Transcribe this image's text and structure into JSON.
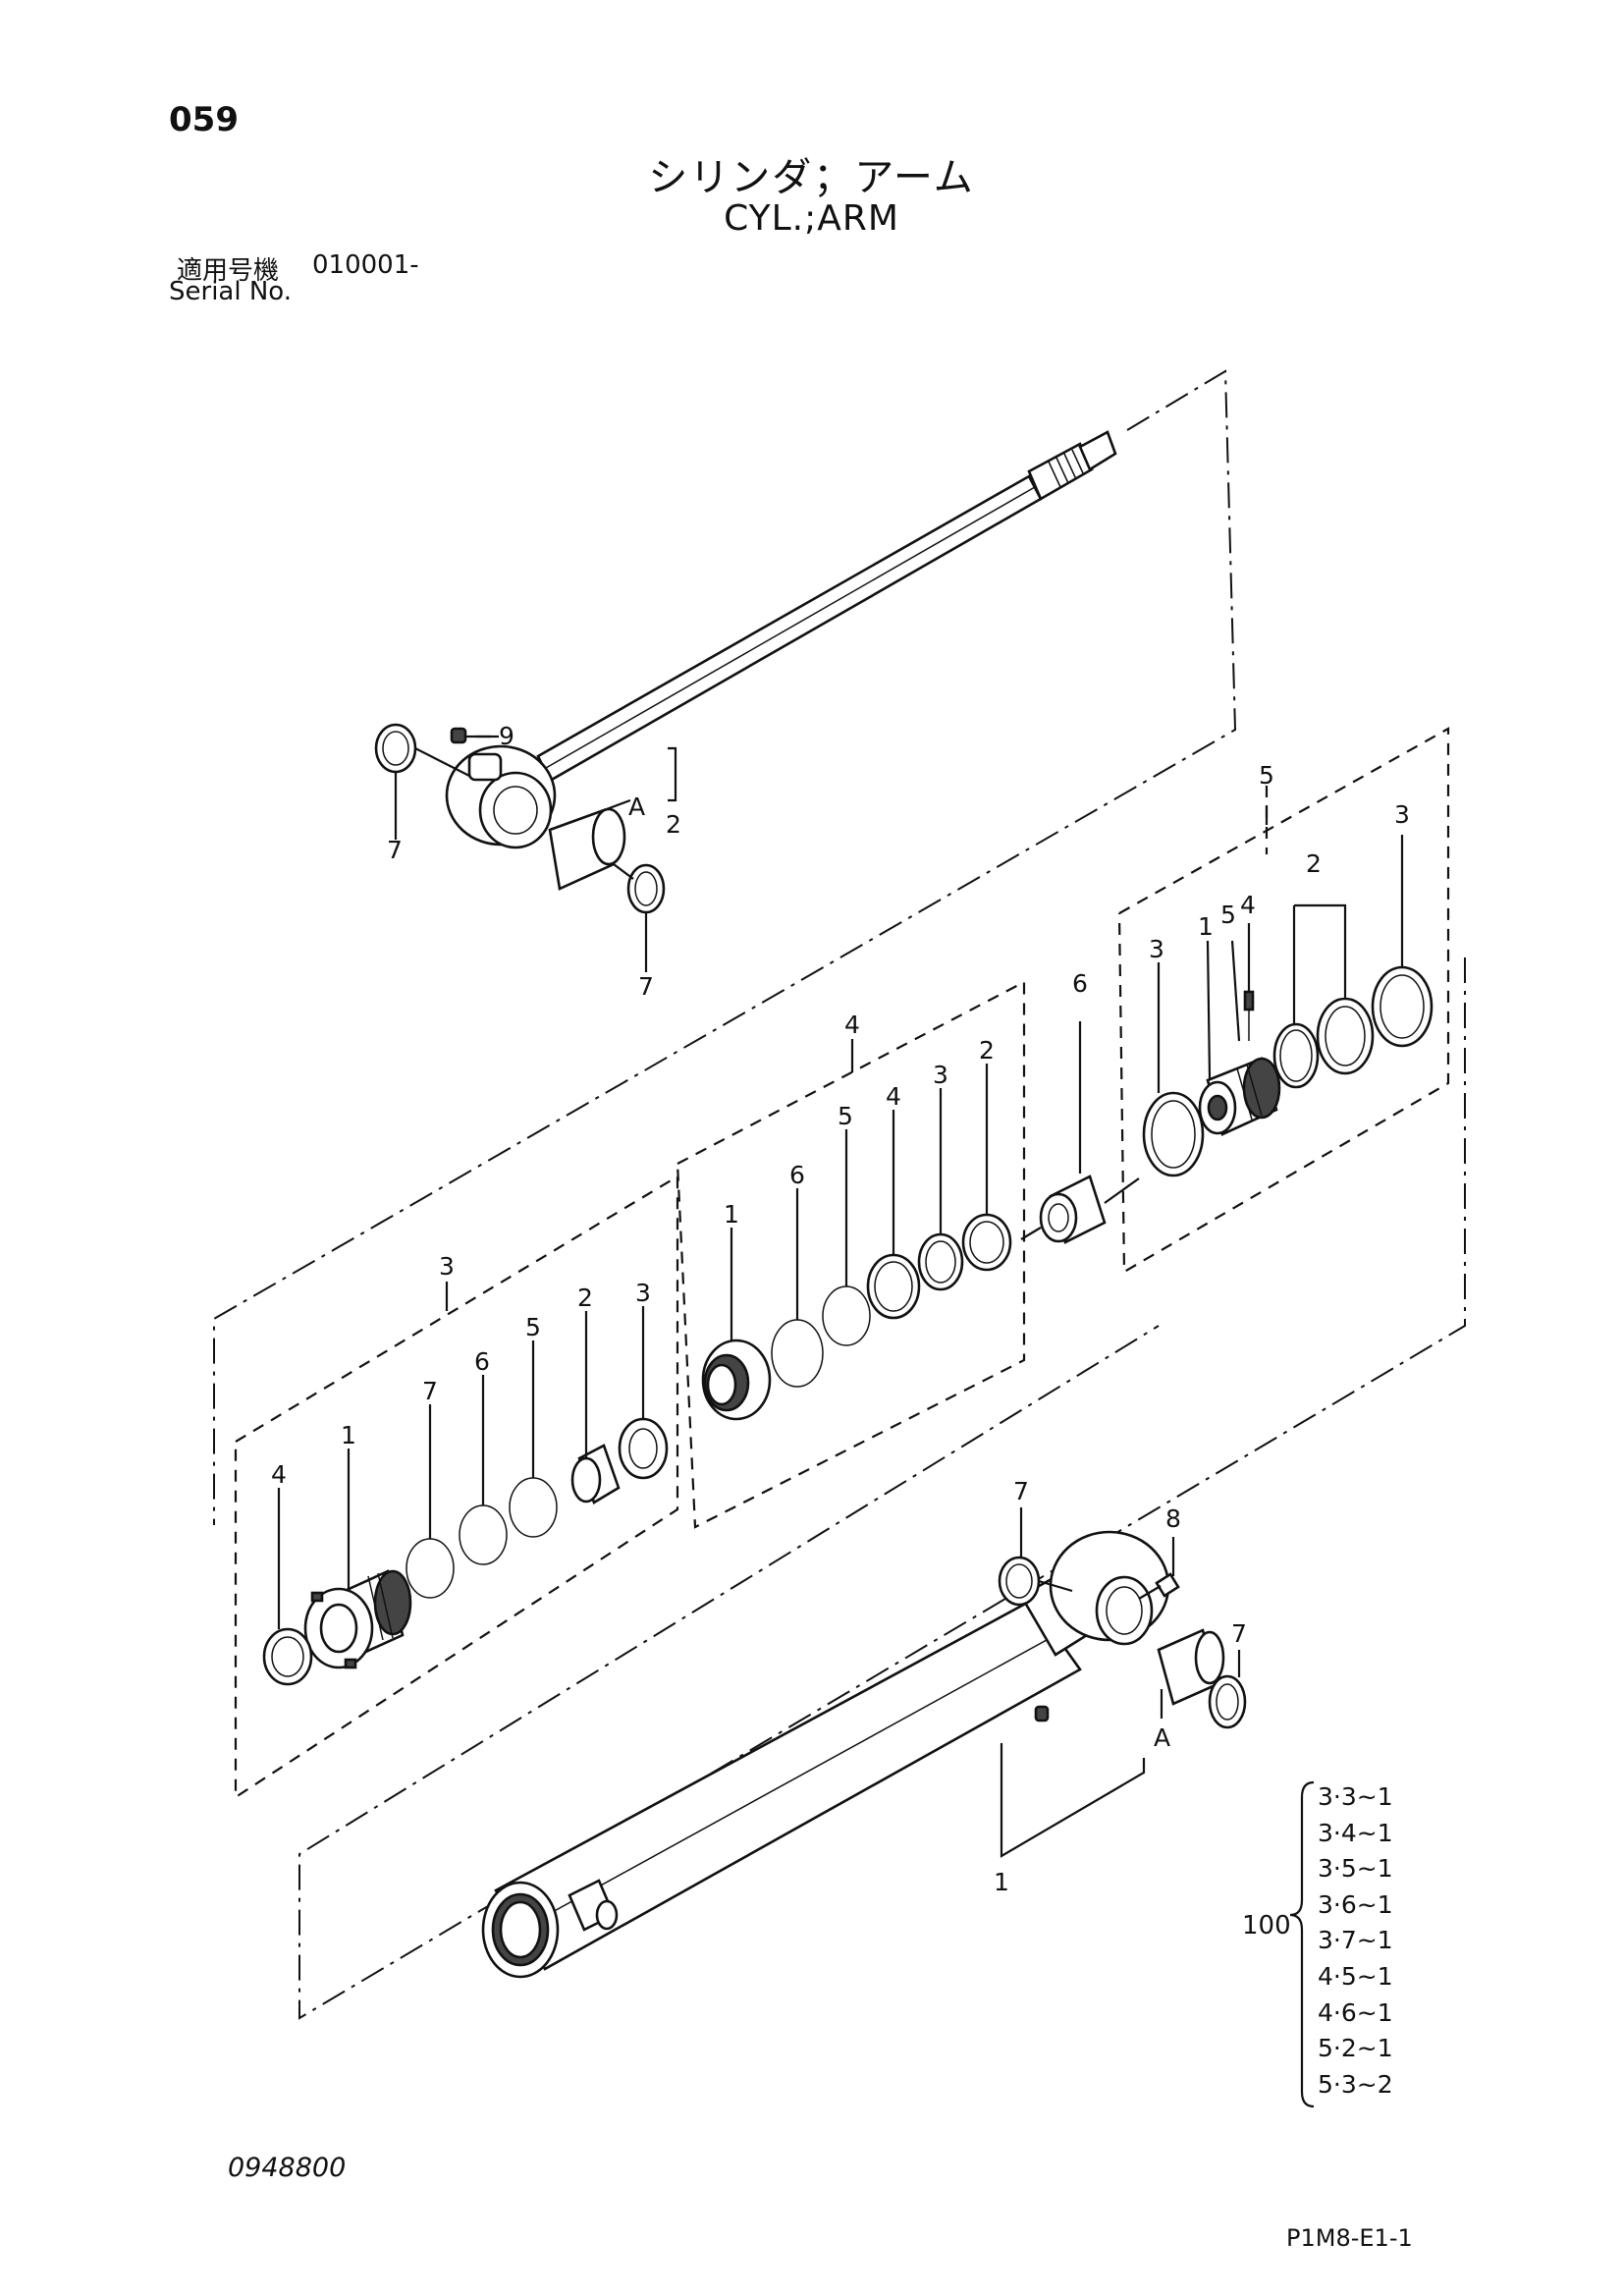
{
  "header": {
    "page_number": "059",
    "title_jp": "シリンダ；アーム",
    "title_en": "CYL.;ARM",
    "serial_label_jp": "適用号機",
    "serial_value": "010001-",
    "serial_label_en": "Serial No."
  },
  "footer": {
    "doc_number": "0948800",
    "page_code": "P1M8-E1-1"
  },
  "kit": {
    "label": "100",
    "items": [
      "3·3~1",
      "3·4~1",
      "3·5~1",
      "3·6~1",
      "3·7~1",
      "4·5~1",
      "4·6~1",
      "5·2~1",
      "5·3~2"
    ]
  },
  "callouts": {
    "rod_group": "2",
    "rod_bushing_ref": "A",
    "rod_grease_fitting": "9",
    "rod_wiper_left": "7",
    "rod_wiper_lower": "7",
    "piston_group": "5",
    "piston_nut": "3",
    "piston_seal_pair": "2",
    "piston_body": "1",
    "piston_screw": "5",
    "piston_setscrew": "4",
    "piston_ring_outer": "3",
    "cushion_bearing": "6",
    "head_seal_group": "4",
    "head_seal_2": "2",
    "head_seal_3": "3",
    "head_seal_4": "4",
    "head_seal_5": "5",
    "head_seal_6": "6",
    "head_seal_1": "1",
    "head_group": "3",
    "head_ring_3": "3",
    "head_bushing_2": "2",
    "head_oring_5": "5",
    "head_backup_6": "6",
    "head_oring_7": "7",
    "head_body_1": "1",
    "head_wiper_4": "4",
    "tube_wiper_7a": "7",
    "tube_grease_8": "8",
    "tube_wiper_7b": "7",
    "tube_bushing_ref": "A",
    "tube_group": "1"
  }
}
